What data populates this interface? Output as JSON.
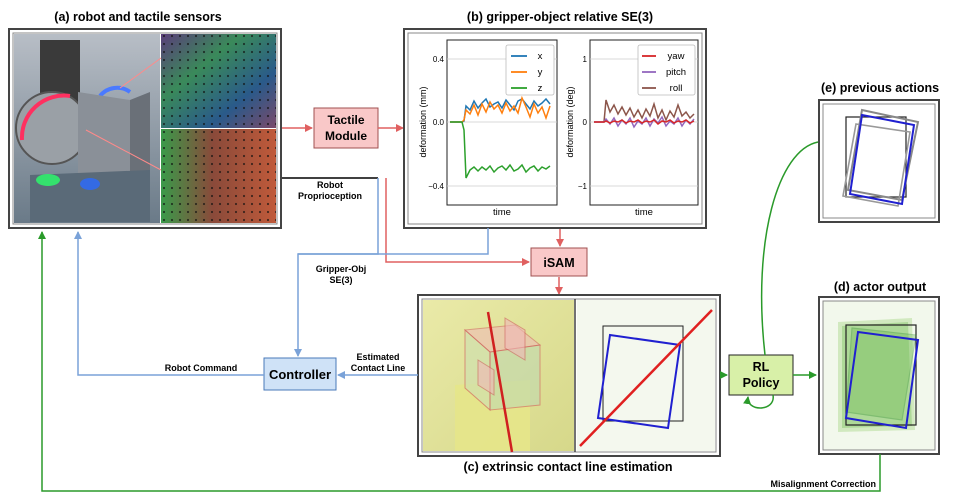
{
  "panels": {
    "a_title": "(a) robot and tactile sensors",
    "b_title": "(b) gripper-object relative SE(3)",
    "c_title": "(c) extrinsic contact line estimation",
    "d_title": "(d) actor output",
    "e_title": "(e) previous actions"
  },
  "nodes": {
    "tactile": [
      "Tactile",
      "Module"
    ],
    "isam": "iSAM",
    "controller": "Controller",
    "rl": [
      "RL",
      "Policy"
    ]
  },
  "edge_labels": {
    "robot_proprio": [
      "Robot",
      "Proprioception"
    ],
    "gripper_obj": [
      "Gripper-Obj",
      "SE(3)"
    ],
    "robot_command": "Robot Command",
    "estimated_contact": [
      "Estimated",
      "Contact Line"
    ],
    "misalignment": "Misalignment Correction"
  },
  "plots": {
    "left": {
      "ylabel": "deformation (mm)",
      "xlabel": "time",
      "yticks": [
        "0.4",
        "0.0",
        "−0.4"
      ],
      "legend": [
        "x",
        "y",
        "z"
      ]
    },
    "right": {
      "ylabel": "deformation (deg)",
      "xlabel": "time",
      "yticks": [
        "1",
        "0",
        "−1"
      ],
      "legend": [
        "yaw",
        "pitch",
        "roll"
      ]
    }
  },
  "colors": {
    "red_edge": "#e06060",
    "blue_edge": "#7aa2d8",
    "green_edge": "#2a9a2a",
    "tactile_fill": "#f9c8c8",
    "isam_fill": "#f9c8c8",
    "controller_fill": "#cfe2f7",
    "rl_fill": "#d8f0a8"
  }
}
